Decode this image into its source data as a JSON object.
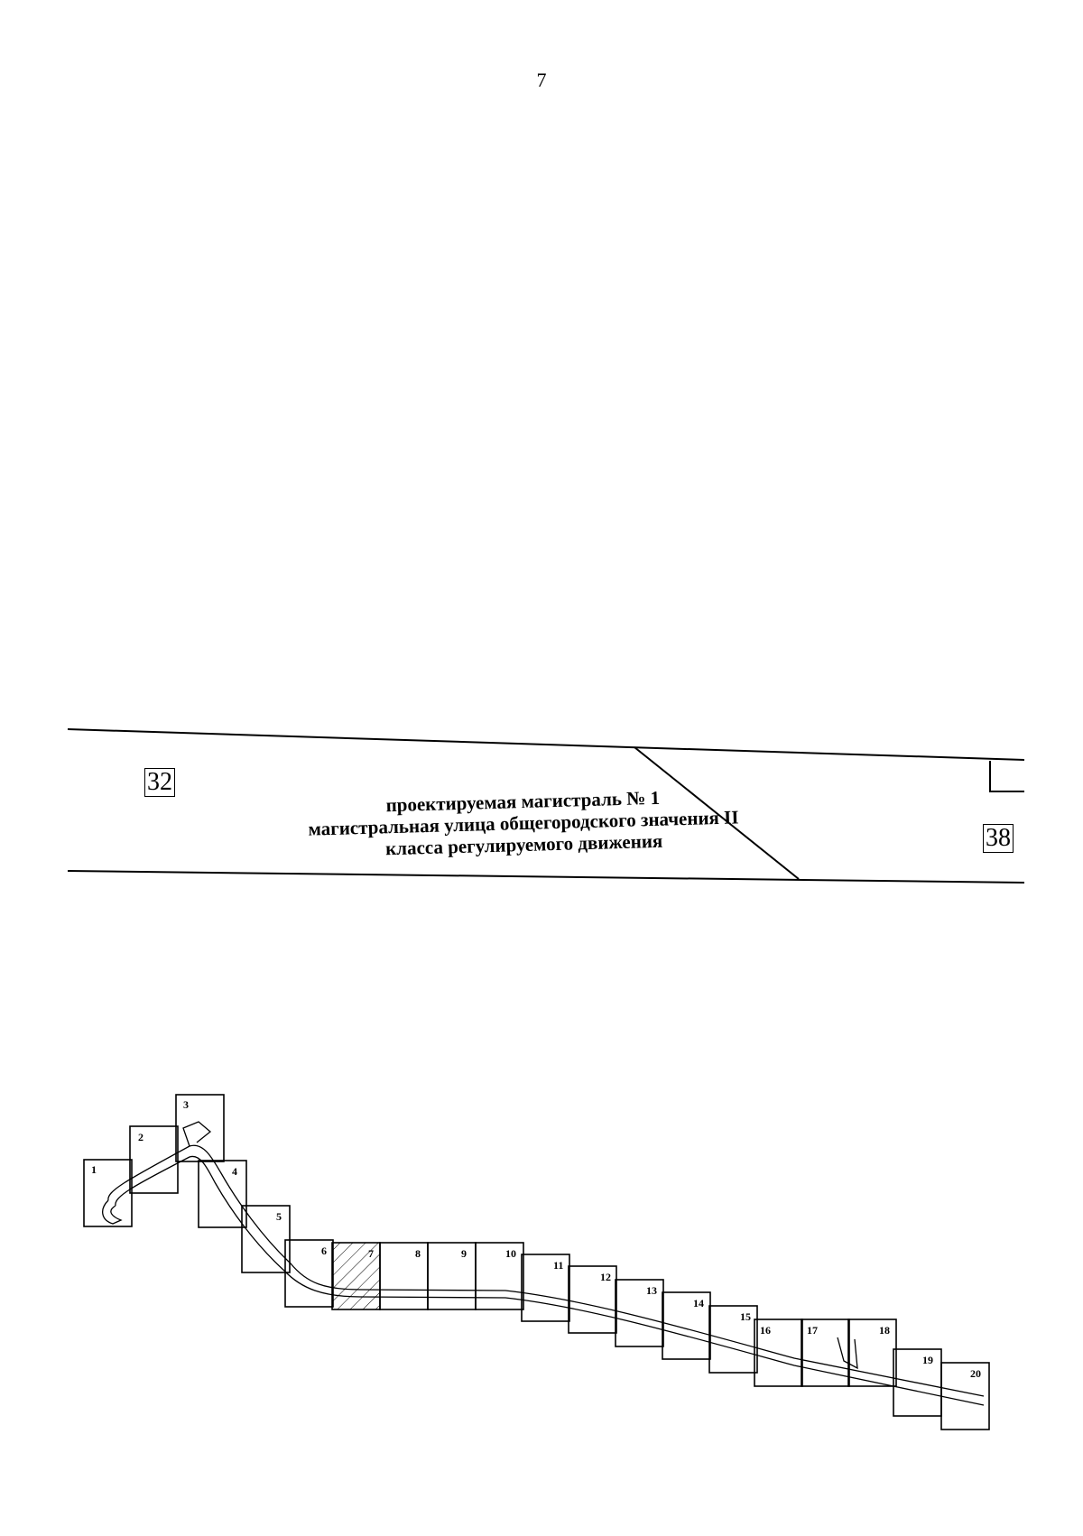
{
  "page": {
    "number": "7"
  },
  "street_fragment": {
    "left_block": "32",
    "right_block": "38",
    "lines": [
      "проектируемая магистраль № 1",
      "магистральная улица общегородского значения II",
      "класса регулируемого движения"
    ]
  },
  "sheet_index": {
    "highlighted_sheet": "7",
    "sheets": [
      "1",
      "2",
      "3",
      "4",
      "5",
      "6",
      "7",
      "8",
      "9",
      "10",
      "11",
      "12",
      "13",
      "14",
      "15",
      "16",
      "17",
      "18",
      "19",
      "20"
    ]
  }
}
